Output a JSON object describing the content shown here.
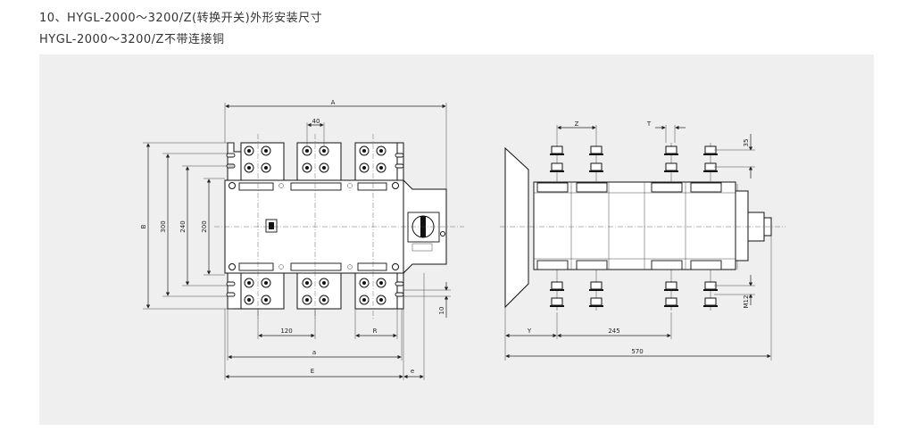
{
  "title_line1": "10、HYGL-2000～3200/Z(转换开关)外形安装尺寸",
  "title_line2": "HYGL-2000～3200/Z不带连接铜",
  "front_view": {
    "dim_A": "A",
    "dim_40": "40",
    "dim_B": "B",
    "dim_300": "300",
    "dim_240": "240",
    "dim_200": "200",
    "dim_120": "120",
    "dim_R": "R",
    "dim_a": "a",
    "dim_E": "E",
    "dim_e": "e",
    "dim_10": "10"
  },
  "side_view": {
    "dim_Z": "Z",
    "dim_T": "T",
    "dim_35": "35",
    "dim_M12": "M12",
    "dim_Y": "Y",
    "dim_245": "245",
    "dim_570": "570"
  },
  "colors": {
    "panel_bg": "#efefef",
    "line": "#222222"
  }
}
